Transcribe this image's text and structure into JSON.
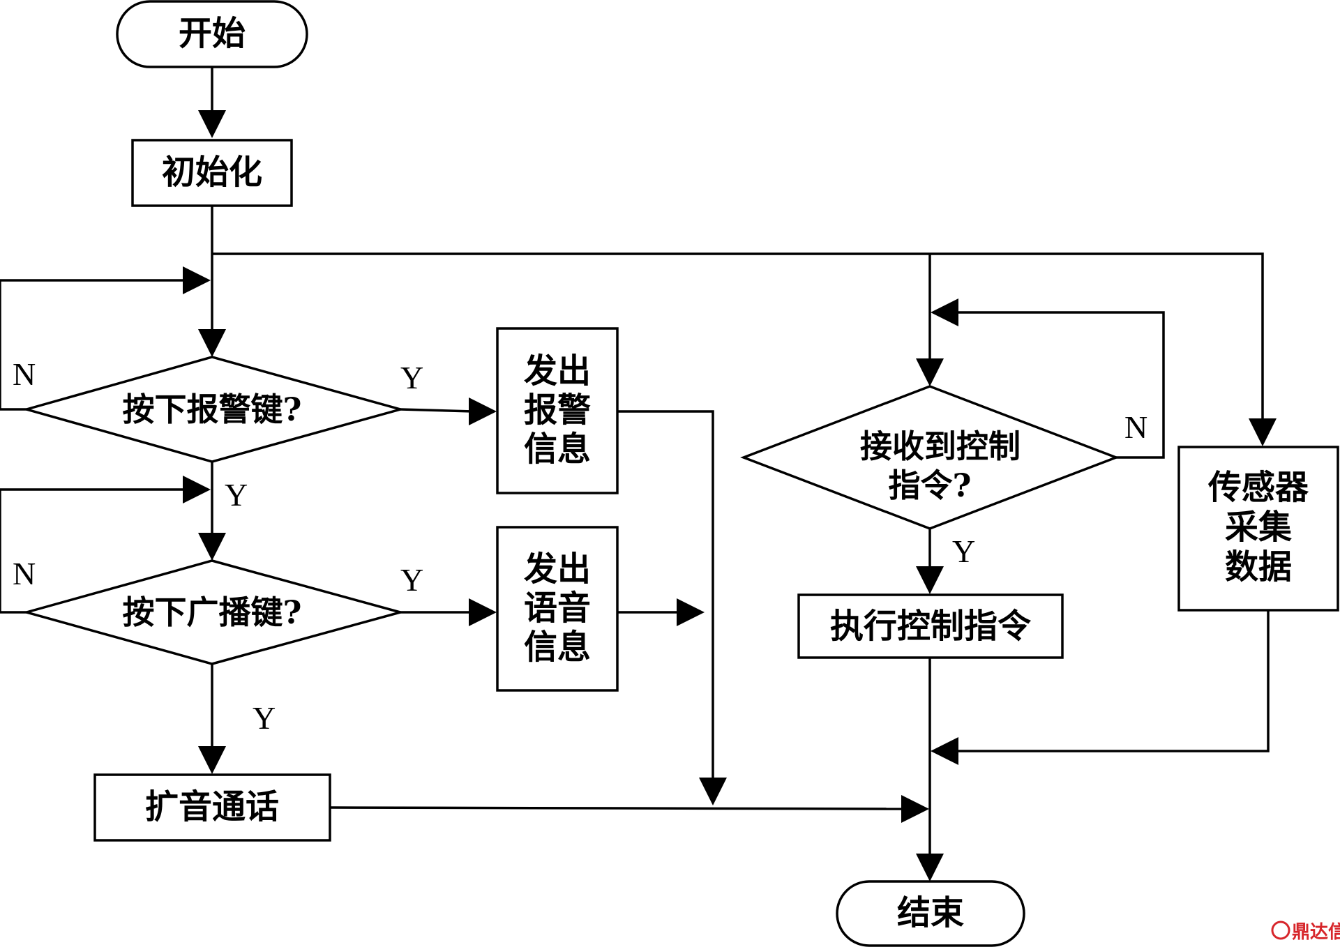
{
  "nodes": {
    "start": "开始",
    "init": "初始化",
    "alarm_key_q": "按下报警键?",
    "send_alarm": [
      "发出",
      "报警",
      "信息"
    ],
    "broadcast_key_q": "按下广播键?",
    "send_voice": [
      "发出",
      "语音",
      "信息"
    ],
    "intercom": "扩音通话",
    "receive_cmd_q": [
      "接收到控制",
      "指令?"
    ],
    "exec_cmd": "执行控制指令",
    "sensor": [
      "传感器",
      "采集",
      "数据"
    ],
    "end": "结束"
  },
  "labels": {
    "yes": "Y",
    "no": "N"
  },
  "watermark": {
    "text": "鼎达信",
    "color": "#d7262b"
  }
}
